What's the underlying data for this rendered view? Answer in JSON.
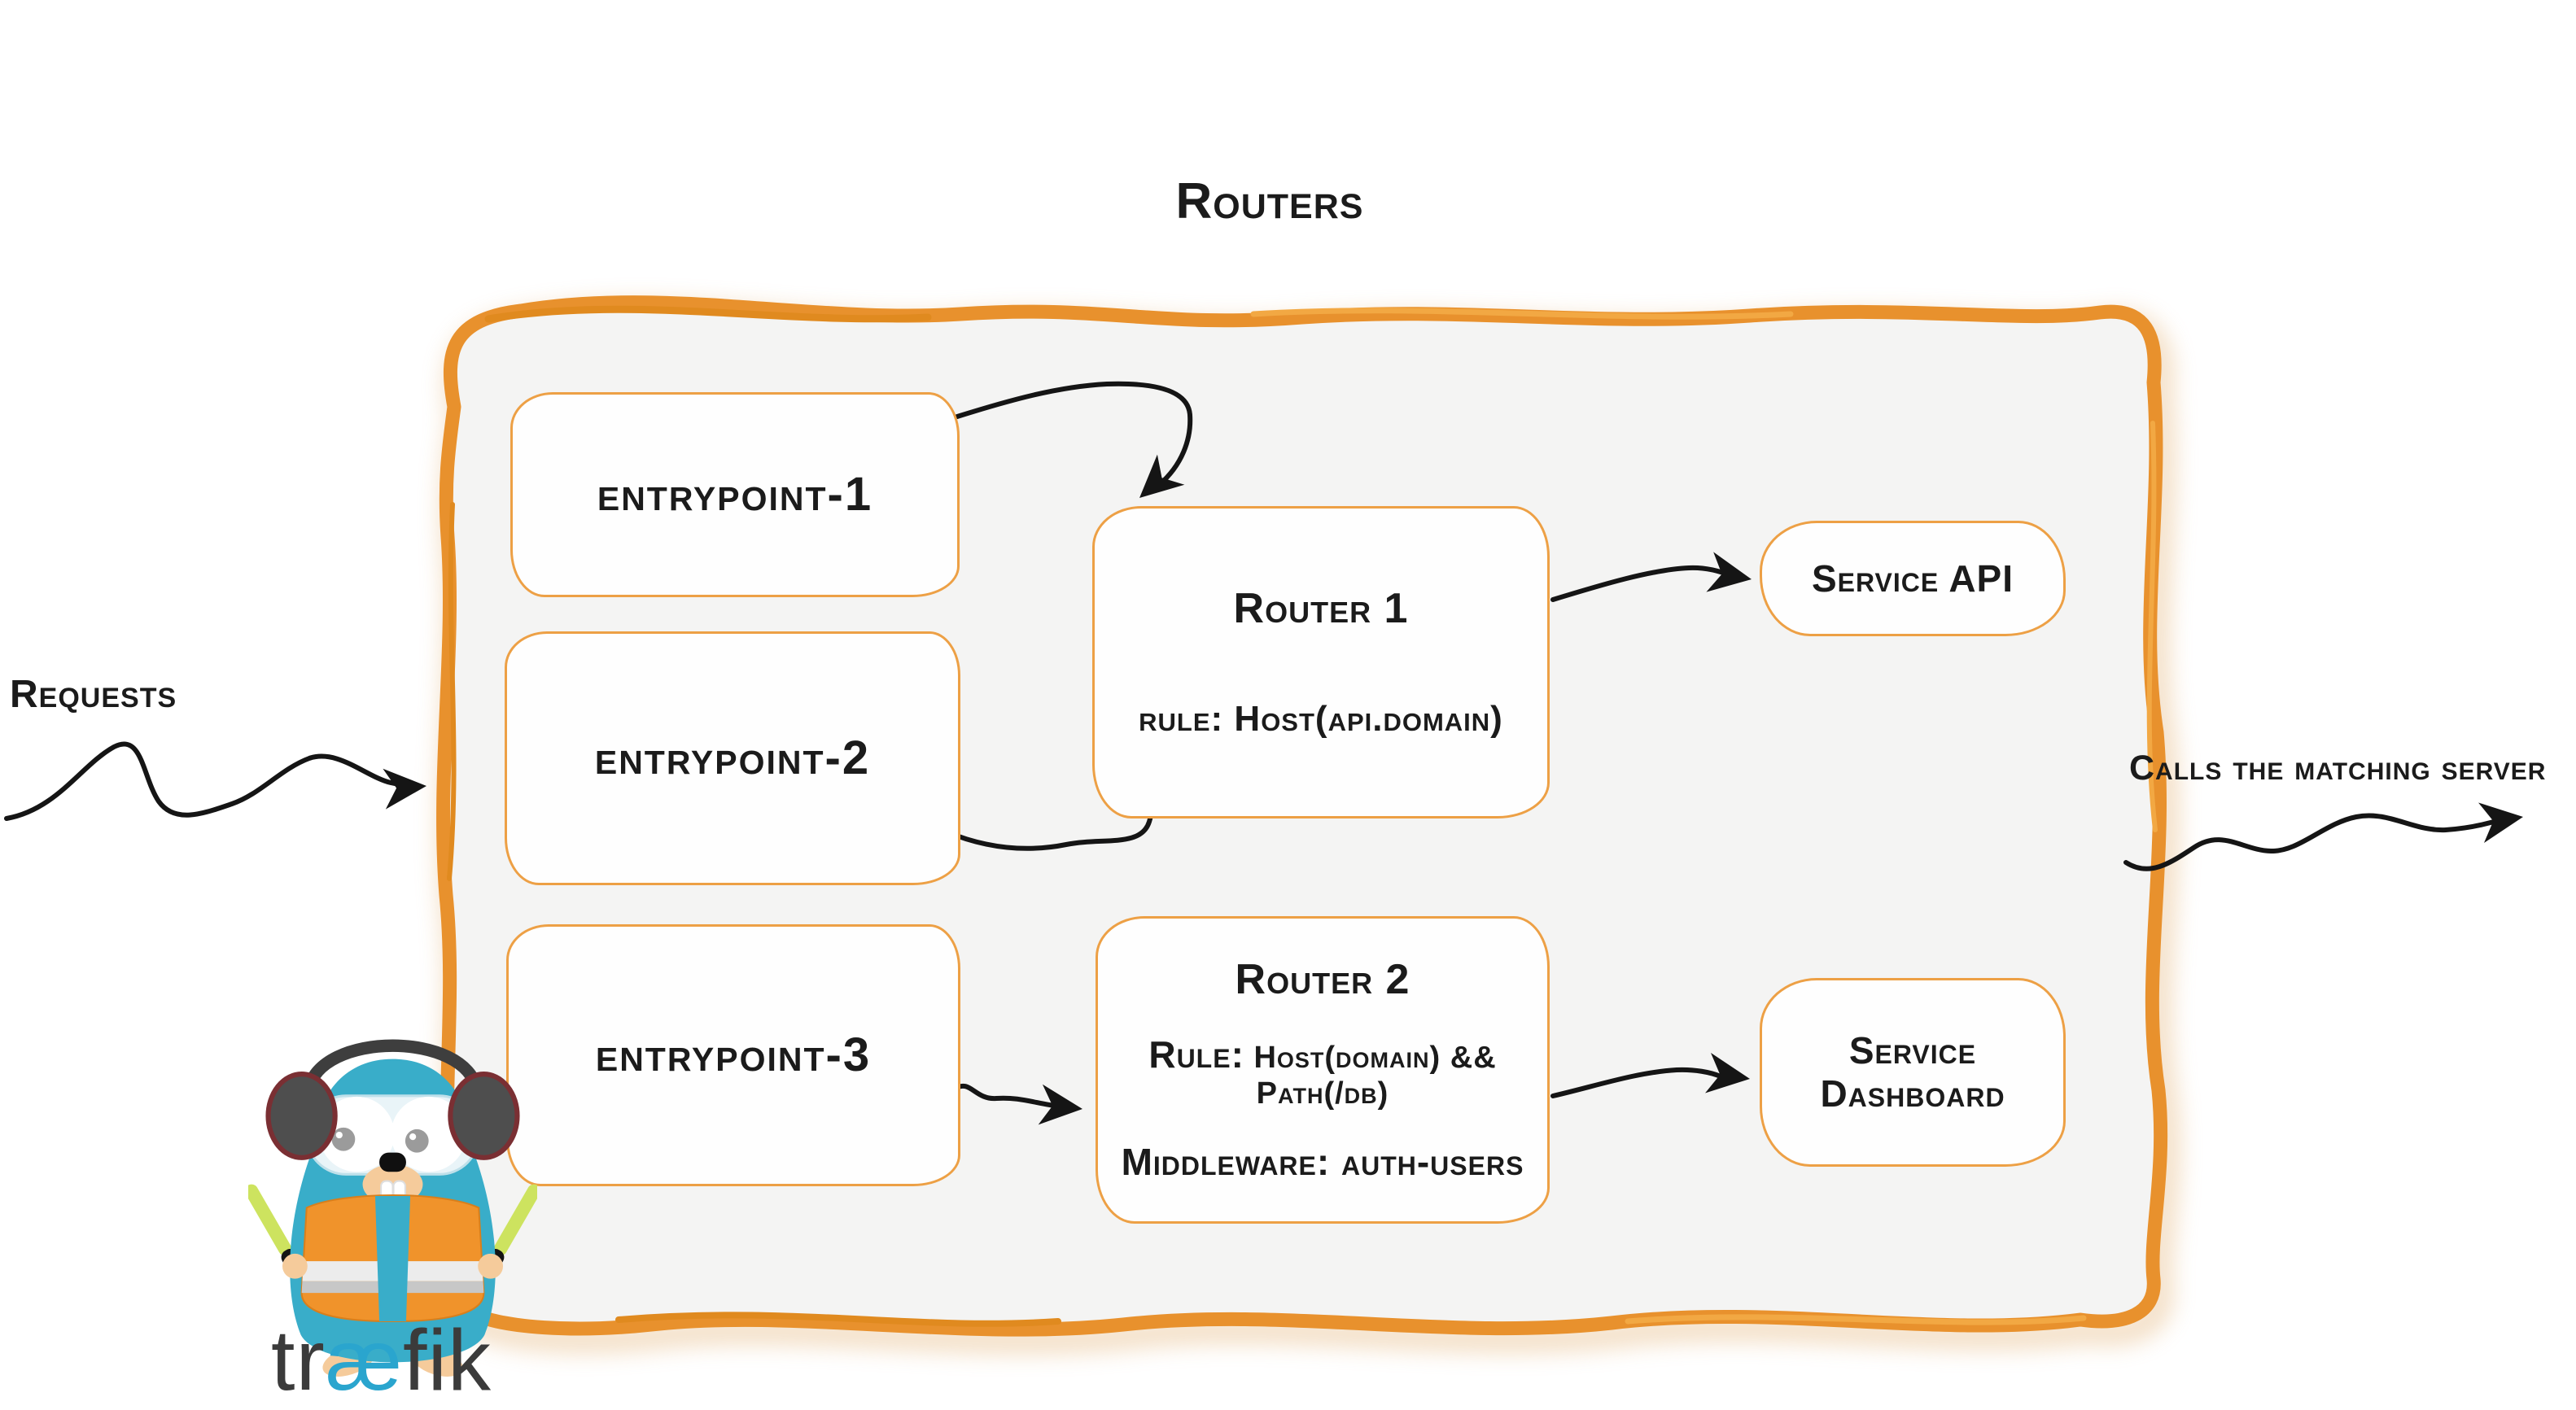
{
  "title": "Routers",
  "colors": {
    "container_border": "#e8912d",
    "box_border": "#eda045",
    "container_fill": "#f4f4f3",
    "arrow": "#151515",
    "logo_dark": "#3b3b3b",
    "logo_teal": "#2aa5ce",
    "gopher_body": "#39adc9",
    "vest_orange": "#f0932b",
    "baton_green": "#cde35f"
  },
  "nodes": {
    "entrypoints": [
      {
        "label": "entrypoint-1"
      },
      {
        "label": "entrypoint-2"
      },
      {
        "label": "entrypoint-3"
      }
    ],
    "routers": [
      {
        "title": "Router 1",
        "rule": "rule: Host(api.domain)"
      },
      {
        "title": "Router 2",
        "rule_label": "Rule:",
        "rule_value": "Host(domain) && Path(/db)",
        "middleware": "Middleware: auth-users"
      }
    ],
    "services": [
      {
        "label": "Service API"
      },
      {
        "label_line1": "Service",
        "label_line2": "Dashboard"
      }
    ]
  },
  "annotations": {
    "requests": "Requests",
    "calls": "Calls the matching server"
  },
  "logo": {
    "pre": "tr",
    "ae": "æ",
    "post": "fik"
  }
}
